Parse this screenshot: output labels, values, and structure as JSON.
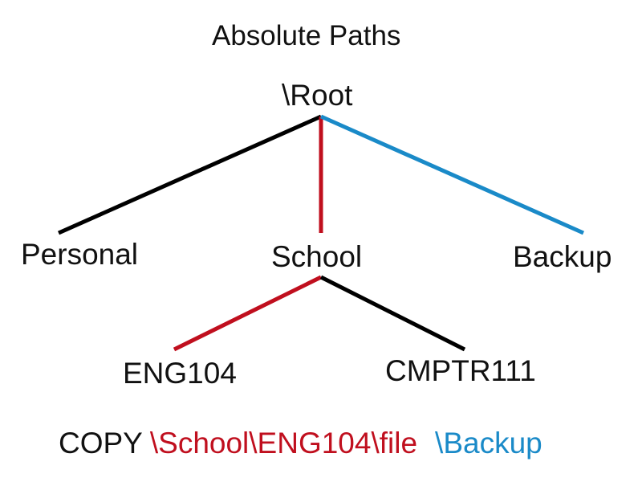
{
  "title": "Absolute Paths",
  "colors": {
    "text": "#111111",
    "default_edge": "#000000",
    "source_path": "#c00f1e",
    "destination_path": "#1a8ac8"
  },
  "nodes": {
    "root": "\\Root",
    "personal": "Personal",
    "school": "School",
    "backup": "Backup",
    "eng104": "ENG104",
    "cmptr111": "CMPTR111"
  },
  "edges": [
    {
      "from": "root",
      "to": "personal",
      "color": "default_edge"
    },
    {
      "from": "root",
      "to": "school",
      "color": "source_path"
    },
    {
      "from": "root",
      "to": "backup",
      "color": "destination_path"
    },
    {
      "from": "school",
      "to": "eng104",
      "color": "source_path"
    },
    {
      "from": "school",
      "to": "cmptr111",
      "color": "default_edge"
    }
  ],
  "command": {
    "keyword": "COPY",
    "source": "\\School\\ENG104\\file",
    "destination": "\\Backup"
  }
}
